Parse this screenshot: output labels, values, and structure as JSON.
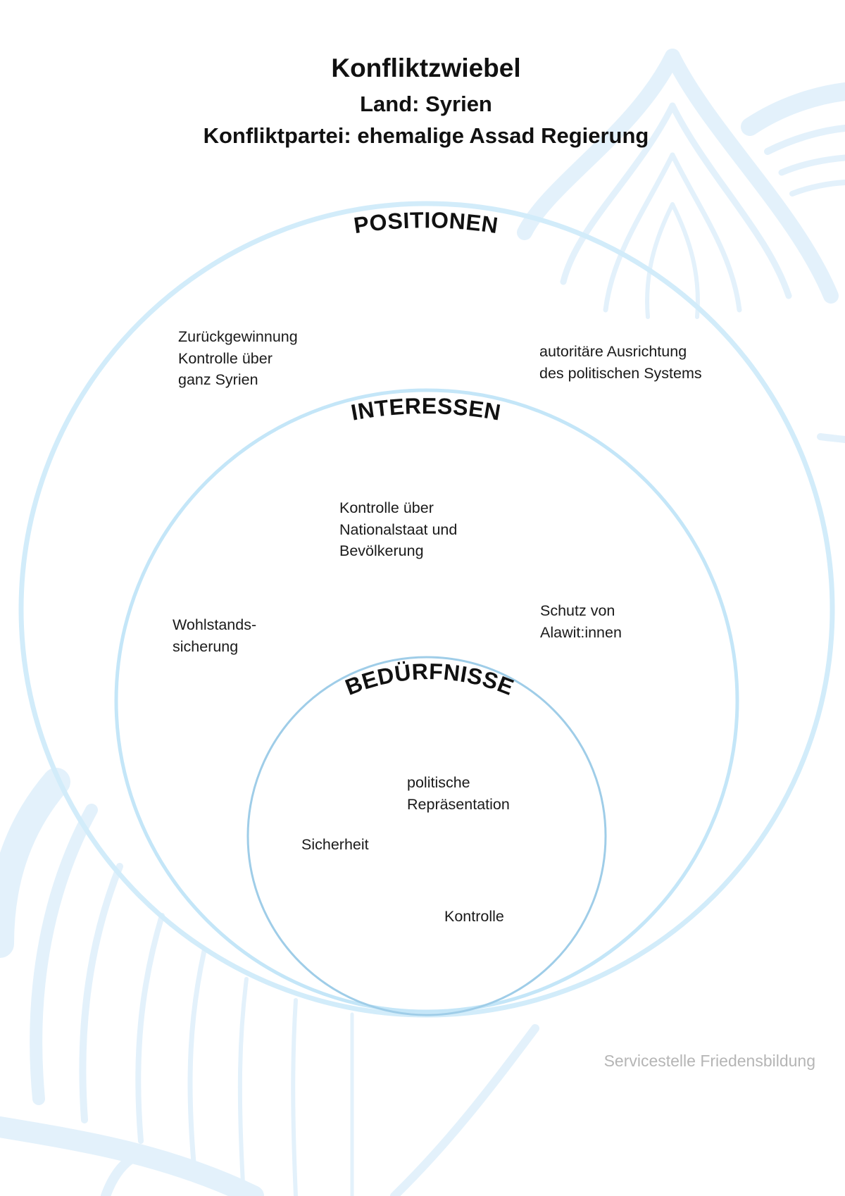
{
  "header": {
    "title": "Konfliktzwiebel",
    "land": "Land: Syrien",
    "konfliktpartei": "Konfliktpartei: ehemalige Assad Regierung"
  },
  "layers": {
    "positionen": {
      "label": "POSITIONEN",
      "items": [
        [
          "Zurückgewinnung",
          "Kontrolle über",
          "ganz Syrien"
        ],
        [
          "autoritäre Ausrichtung",
          "des politischen Systems"
        ]
      ]
    },
    "interessen": {
      "label": "INTERESSEN",
      "items": [
        [
          "Kontrolle über",
          "Nationalstaat und",
          "Bevölkerung"
        ],
        [
          "Wohlstands-",
          "sicherung"
        ],
        [
          "Schutz von",
          "Alawit:innen"
        ]
      ]
    },
    "beduerfnisse": {
      "label": "BEDÜRFNISSE",
      "items": [
        [
          "politische",
          "Repräsentation"
        ],
        [
          "Sicherheit"
        ],
        [
          "Kontrolle"
        ]
      ]
    }
  },
  "footer": {
    "brand": "Servicestelle Friedensbildung"
  },
  "colors": {
    "outer_ring": "#d2ecfa",
    "middle_ring": "#c4e6f8",
    "inner_ring": "#9fcde8",
    "background_art": "#e3f1fb",
    "footer_text": "#b5b5b5"
  }
}
